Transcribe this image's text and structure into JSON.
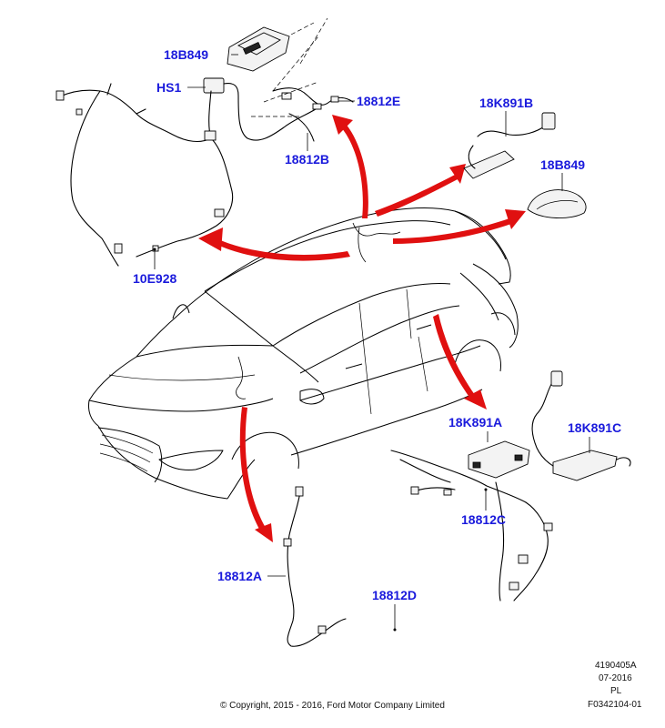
{
  "callouts": {
    "module_18B849_top": "18B849",
    "hs1": "HS1",
    "harness_18812E": "18812E",
    "harness_18812B": "18812B",
    "antenna_18K891B": "18K891B",
    "antenna_18B849_roof": "18B849",
    "harness_10E928": "10E928",
    "antenna_18K891A": "18K891A",
    "antenna_18K891C": "18K891C",
    "harness_18812C": "18812C",
    "harness_18812A": "18812A",
    "harness_18812D": "18812D"
  },
  "meta": {
    "doc_number": "4190405A",
    "date": "07-2016",
    "code": "PL",
    "figure_id": "F0342104-01"
  },
  "copyright": "© Copyright, 2015 - 2016, Ford Motor Company Limited",
  "colors": {
    "callout_text": "#1a1adc",
    "arrow": "#e01010",
    "line": "#000000"
  }
}
